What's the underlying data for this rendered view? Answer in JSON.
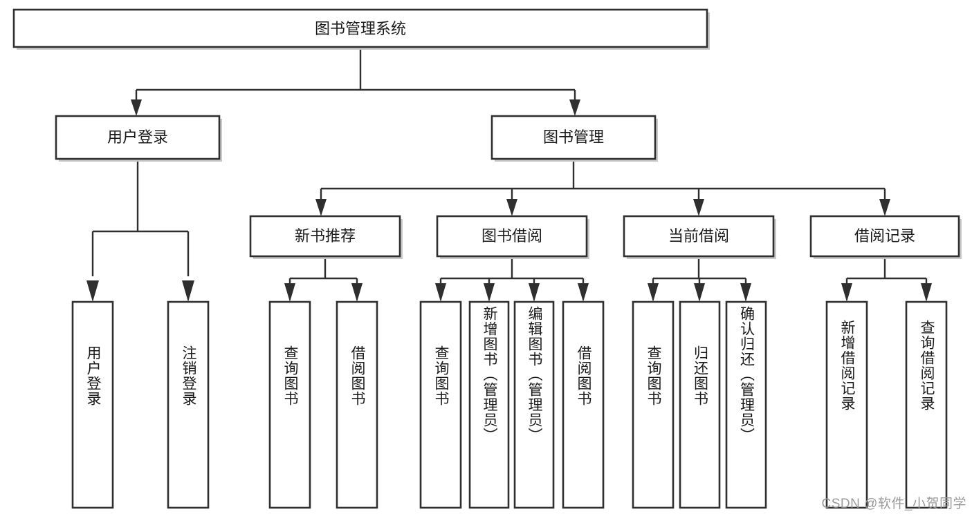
{
  "diagram": {
    "type": "tree-hierarchy-chart",
    "title": "图书管理系统",
    "watermark": "CSDN @软件_小贺同学",
    "colors": {
      "box_fill": "#ffffff",
      "box_stroke": "#2f2f2f",
      "text": "#1a1a1a",
      "shadow": "#c9c9c9",
      "watermark": "#9a9a9a",
      "background": "#ffffff"
    },
    "levels": {
      "level0": [
        {
          "id": "root",
          "label": "图书管理系统",
          "orientation": "horizontal"
        }
      ],
      "level1": [
        {
          "id": "login",
          "label": "用户登录",
          "orientation": "horizontal",
          "parent": "root"
        },
        {
          "id": "bookmgmt",
          "label": "图书管理",
          "orientation": "horizontal",
          "parent": "root"
        }
      ],
      "level2": [
        {
          "id": "newbook",
          "label": "新书推荐",
          "orientation": "horizontal",
          "parent": "bookmgmt"
        },
        {
          "id": "borrow",
          "label": "图书借阅",
          "orientation": "horizontal",
          "parent": "bookmgmt"
        },
        {
          "id": "current",
          "label": "当前借阅",
          "orientation": "horizontal",
          "parent": "bookmgmt"
        },
        {
          "id": "records",
          "label": "借阅记录",
          "orientation": "horizontal",
          "parent": "bookmgmt"
        }
      ],
      "level3": [
        {
          "id": "leaf1",
          "label": "用户登录",
          "orientation": "vertical",
          "parent": "login"
        },
        {
          "id": "leaf2",
          "label": "注销登录",
          "orientation": "vertical",
          "parent": "login"
        },
        {
          "id": "leaf3",
          "label": "查询图书",
          "orientation": "vertical",
          "parent": "newbook"
        },
        {
          "id": "leaf4",
          "label": "借阅图书",
          "orientation": "vertical",
          "parent": "newbook"
        },
        {
          "id": "leaf5",
          "label": "查询图书",
          "orientation": "vertical",
          "parent": "borrow"
        },
        {
          "id": "leaf6",
          "label": "新增图书（管理员）",
          "orientation": "vertical",
          "parent": "borrow"
        },
        {
          "id": "leaf7",
          "label": "编辑图书（管理员）",
          "orientation": "vertical",
          "parent": "borrow"
        },
        {
          "id": "leaf8",
          "label": "借阅图书",
          "orientation": "vertical",
          "parent": "borrow"
        },
        {
          "id": "leaf9",
          "label": "查询图书",
          "orientation": "vertical",
          "parent": "current"
        },
        {
          "id": "leaf10",
          "label": "归还图书",
          "orientation": "vertical",
          "parent": "current"
        },
        {
          "id": "leaf11",
          "label": "确认归还（管理员）",
          "orientation": "vertical",
          "parent": "current"
        },
        {
          "id": "leaf12",
          "label": "新增借阅记录",
          "orientation": "vertical",
          "parent": "records"
        },
        {
          "id": "leaf13",
          "label": "查询借阅记录",
          "orientation": "vertical",
          "parent": "records"
        }
      ]
    }
  }
}
